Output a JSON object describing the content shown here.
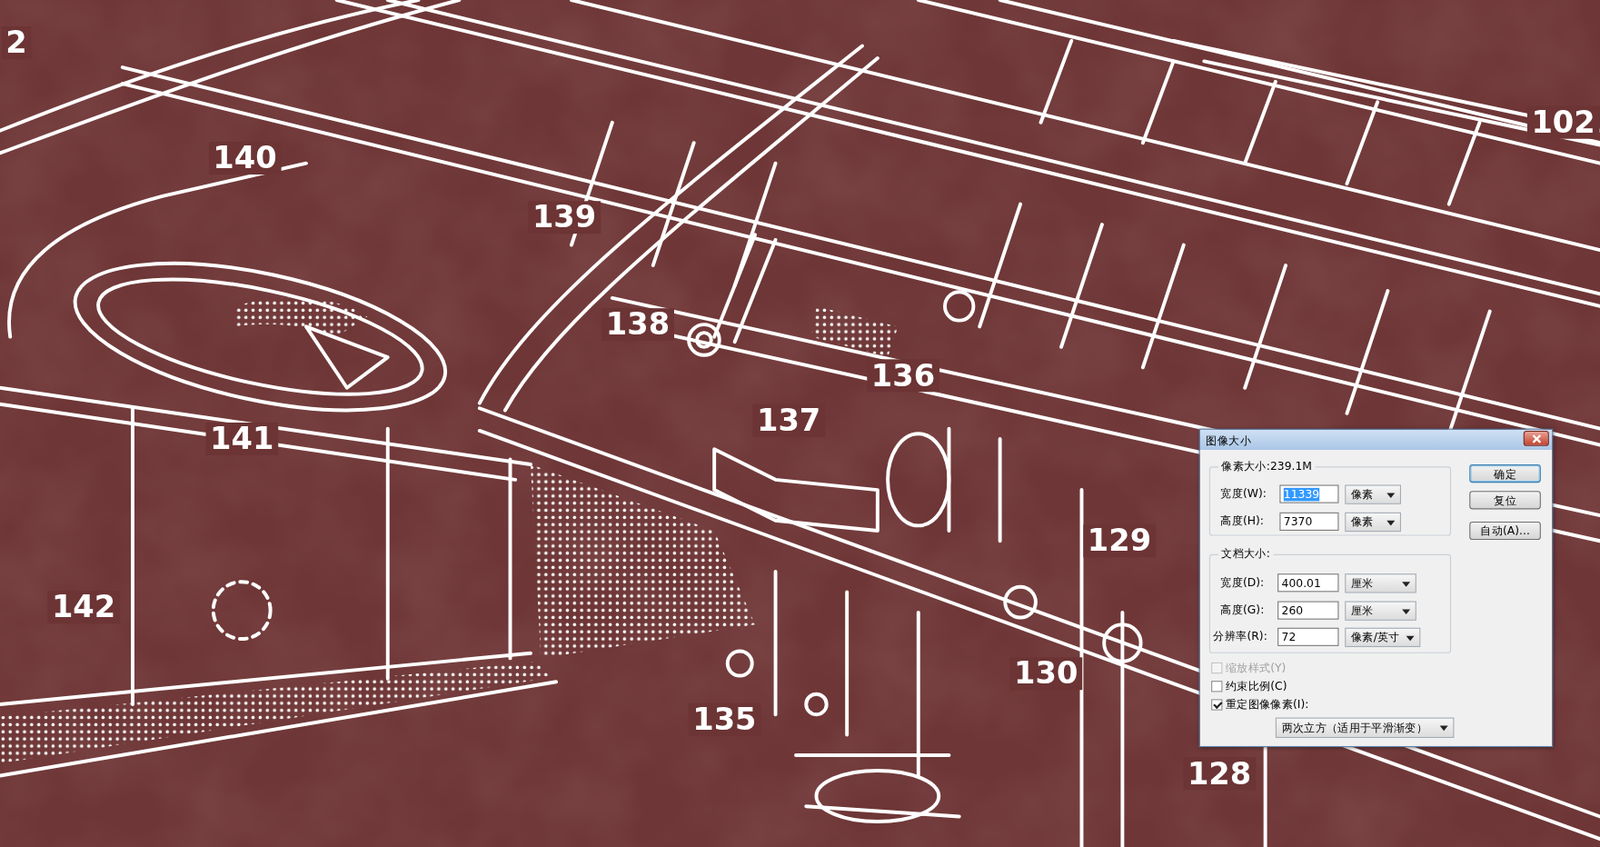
{
  "diagram": {
    "nodes": [
      {
        "text": [
          "图像大小"
        ]
      },
      {
        "text": [
          "像素大小:239.1M"
        ],
        "in": 0
      },
      {
        "text": [
          "11339"
        ],
        "in": 1
      },
      {
        "text": [
          "像素"
        ],
        "in": 1
      },
      {
        "text": [
          "7370"
        ],
        "in": 1
      },
      {
        "text": [
          "像素"
        ],
        "in": 1
      },
      {
        "text": [
          "文档大小:"
        ],
        "in": 0
      },
      {
        "text": [
          "400.01"
        ],
        "in": 6
      },
      {
        "text": [
          "厘米"
        ],
        "in": 6
      },
      {
        "text": [
          "260"
        ],
        "in": 6
      },
      {
        "text": [
          "厘米"
        ],
        "in": 6
      },
      {
        "text": [
          "72"
        ],
        "in": 6
      },
      {
        "text": [
          "像素/英寸"
        ],
        "in": 6
      },
      {
        "text": [
          "两次立方（适用于平滑渐变）"
        ],
        "in": 0
      },
      {
        "text": [
          "确定"
        ],
        "in": 0
      },
      {
        "text": [
          "复位"
        ],
        "in": 0
      },
      {
        "text": [
          "自动(A)..."
        ],
        "in": 0
      }
    ],
    "labels": [
      "宽度(W):",
      "高度(H):",
      "宽度(D):",
      "高度(G):",
      "分辨率(R):",
      "缩放样式(Y)",
      "约束比例(C)",
      "重定图像像素(I):",
      "2",
      "140",
      "139",
      "138",
      "136",
      "137",
      "141",
      "142",
      "135",
      "129",
      "130",
      "128",
      "102"
    ]
  }
}
